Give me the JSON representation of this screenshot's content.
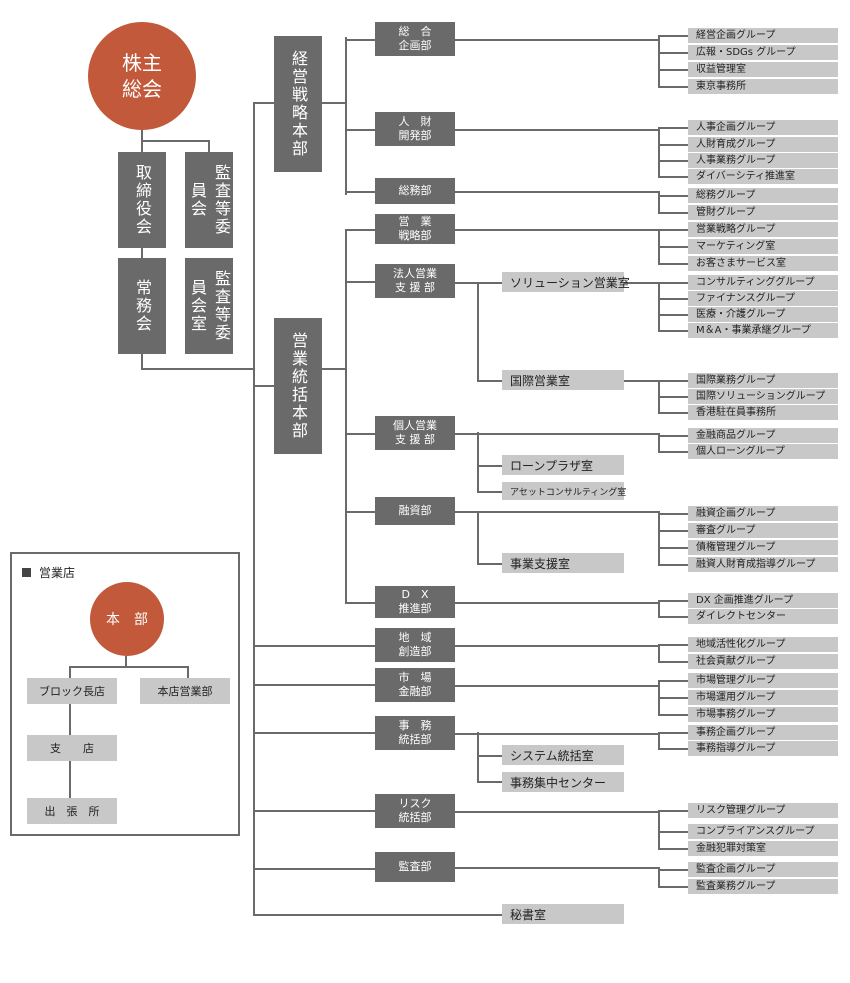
{
  "top": {
    "shareholders": "株主\n総会",
    "board": "取締役会",
    "audit_committee": "監査等委員会",
    "executive_committee": "常務会",
    "audit_committee_office": "監査等委員会室"
  },
  "hq": {
    "strategy": "経営戦略本部",
    "sales": "営業統括本部"
  },
  "departments": [
    {
      "label": "総　合\n企画部"
    },
    {
      "label": "人　財\n開発部"
    },
    {
      "label": "総務部"
    },
    {
      "label": "営　業\n戦略部"
    },
    {
      "label": "法人営業\n支 援 部"
    },
    {
      "label": "個人営業\n支 援 部"
    },
    {
      "label": "融資部"
    },
    {
      "label": "D　X\n推進部"
    },
    {
      "label": "地　域\n創造部"
    },
    {
      "label": "市　場\n金融部"
    },
    {
      "label": "事　務\n統括部"
    },
    {
      "label": "リスク\n統括部"
    },
    {
      "label": "監査部"
    }
  ],
  "offices": [
    {
      "label": "ソリューション営業室"
    },
    {
      "label": "国際営業室"
    },
    {
      "label": "ローンプラザ室"
    },
    {
      "label": "アセットコンサルティング室"
    },
    {
      "label": "事業支援室"
    },
    {
      "label": "システム統括室"
    },
    {
      "label": "事務集中センター"
    },
    {
      "label": "秘書室"
    }
  ],
  "groups": [
    {
      "label": "経営企画グループ"
    },
    {
      "label": "広報・SDGs グループ"
    },
    {
      "label": "収益管理室"
    },
    {
      "label": "東京事務所"
    },
    {
      "label": "人事企画グループ"
    },
    {
      "label": "人財育成グループ"
    },
    {
      "label": "人事業務グループ"
    },
    {
      "label": "ダイバーシティ推進室"
    },
    {
      "label": "総務グループ"
    },
    {
      "label": "管財グループ"
    },
    {
      "label": "営業戦略グループ"
    },
    {
      "label": "マーケティング室"
    },
    {
      "label": "お客さまサービス室"
    },
    {
      "label": "コンサルティンググループ"
    },
    {
      "label": "ファイナンスグループ"
    },
    {
      "label": "医療・介護グループ"
    },
    {
      "label": "M＆A・事業承継グループ"
    },
    {
      "label": "国際業務グループ"
    },
    {
      "label": "国際ソリューショングループ"
    },
    {
      "label": "香港駐在員事務所"
    },
    {
      "label": "金融商品グループ"
    },
    {
      "label": "個人ローングループ"
    },
    {
      "label": "融資企画グループ"
    },
    {
      "label": "審査グループ"
    },
    {
      "label": "債権管理グループ"
    },
    {
      "label": "融資人財育成指導グループ"
    },
    {
      "label": "DX 企画推進グループ"
    },
    {
      "label": "ダイレクトセンター"
    },
    {
      "label": "地域活性化グループ"
    },
    {
      "label": "社会貢献グループ"
    },
    {
      "label": "市場管理グループ"
    },
    {
      "label": "市場運用グループ"
    },
    {
      "label": "市場事務グループ"
    },
    {
      "label": "事務企画グループ"
    },
    {
      "label": "事務指導グループ"
    },
    {
      "label": "リスク管理グループ"
    },
    {
      "label": "コンプライアンスグループ"
    },
    {
      "label": "金融犯罪対策室"
    },
    {
      "label": "監査企画グループ"
    },
    {
      "label": "監査業務グループ"
    }
  ],
  "branch_legend": {
    "title": "営業店",
    "hq": "本　部",
    "block": "ブロック長店",
    "main_branch": "本店営業部",
    "branch": "支　　店",
    "sub_office": "出　張　所"
  },
  "colors": {
    "accent": "#c1593a",
    "dark_box": "#6a6a6a",
    "light_box": "#c8c8c8",
    "line": "#6a6a6a"
  }
}
